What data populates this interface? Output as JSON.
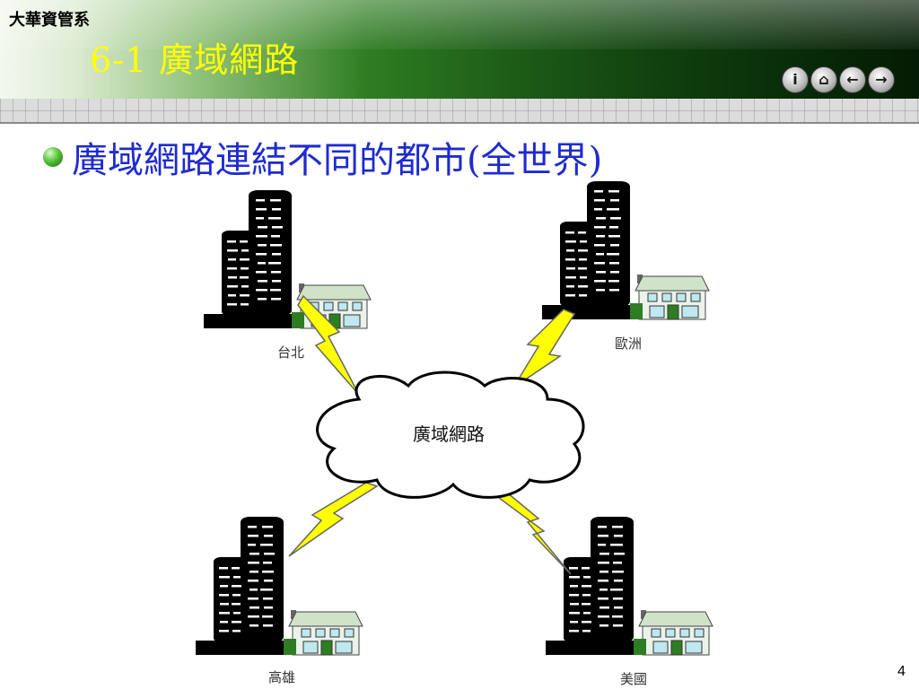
{
  "header": {
    "department": "大華資管系",
    "title": "6-1 廣域網路"
  },
  "nav": {
    "buttons": [
      {
        "icon": "info-icon",
        "glyph": "i"
      },
      {
        "icon": "home-icon",
        "glyph": "⌂"
      },
      {
        "icon": "arrow-left-icon",
        "glyph": "←"
      },
      {
        "icon": "arrow-right-icon",
        "glyph": "→"
      }
    ]
  },
  "bullet": {
    "text": "廣域網路連結不同的都市(全世界)"
  },
  "diagram": {
    "cloud_label": "廣域網路",
    "cities": [
      "台北",
      "歐洲",
      "高雄",
      "美國"
    ]
  },
  "colors": {
    "title": "#ffff00",
    "bullet_text": "#1f2bd0",
    "lightning": "#ffff00",
    "building": "#000000",
    "house_roof": "#c8e6c0"
  },
  "page_number": "4"
}
